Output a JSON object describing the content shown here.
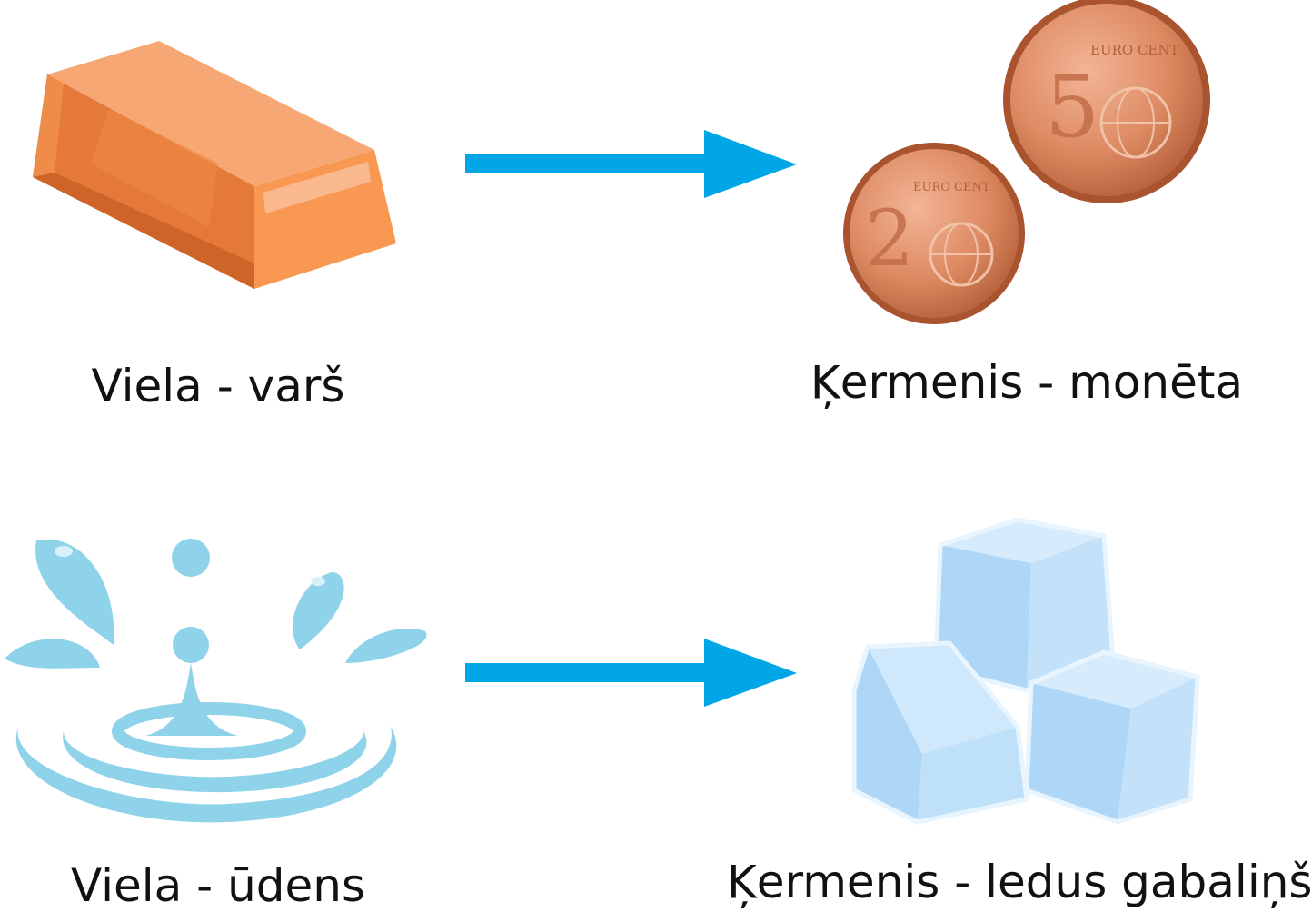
{
  "rows": [
    {
      "substance": {
        "icon": "copper-ingot-icon",
        "label": "Viela - varš"
      },
      "object": {
        "icon": "coins-icon",
        "label": "Ķermenis - monēta",
        "coins": [
          {
            "number": "5",
            "text": "EURO CENT"
          },
          {
            "number": "2",
            "text": "EURO CENT"
          }
        ]
      }
    },
    {
      "substance": {
        "icon": "water-splash-icon",
        "label": "Viela - ūdens"
      },
      "object": {
        "icon": "ice-cubes-icon",
        "label": "Ķermenis - ledus gabaliņš"
      }
    }
  ],
  "colors": {
    "arrow": "#00a6e6",
    "copper": "#f28c47",
    "coin": "#d9835a",
    "water": "#8fd3ea",
    "ice": "#b9defa"
  }
}
